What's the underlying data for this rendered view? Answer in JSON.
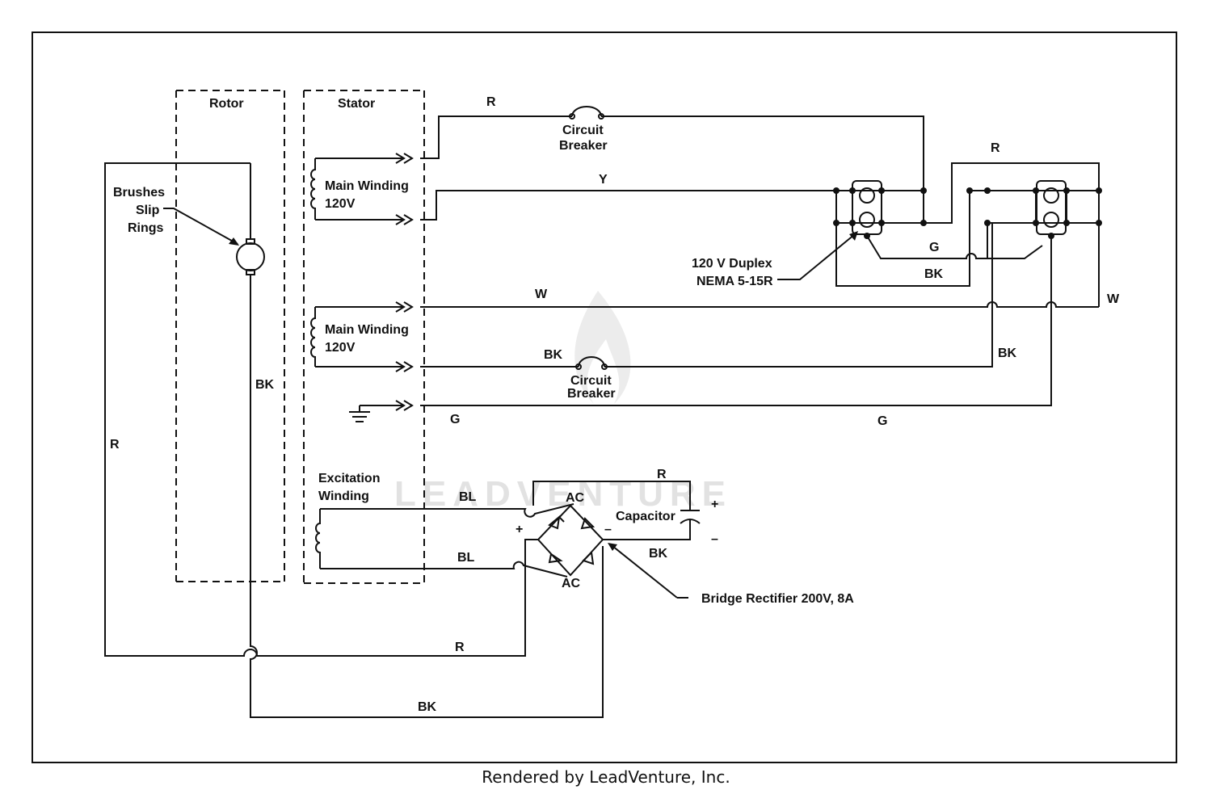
{
  "title": "",
  "watermark": "LEADVENTURE",
  "blocks": {
    "rotor": "Rotor",
    "stator": "Stator"
  },
  "components": {
    "brushes_line1": "Brushes",
    "brushes_line2": "Slip",
    "brushes_line3": "Rings",
    "main_winding_1_line1": "Main Winding",
    "main_winding_1_line2": "120V",
    "main_winding_2_line1": "Main Winding",
    "main_winding_2_line2": "120V",
    "excitation_line1": "Excitation",
    "excitation_line2": "Winding",
    "breaker_1_line1": "Circuit",
    "breaker_1_line2": "Breaker",
    "breaker_2_line1": "Circuit",
    "breaker_2_line2": "Breaker",
    "duplex_line1": "120 V Duplex",
    "duplex_line2": "NEMA 5-15R",
    "capacitor": "Capacitor",
    "rectifier": "Bridge Rectifier 200V, 8A",
    "ac_top": "AC",
    "ac_bottom": "AC",
    "plus": "+",
    "minus": "–",
    "cap_plus": "+",
    "cap_minus": "–"
  },
  "wire_labels": {
    "r_top": "R",
    "y": "Y",
    "r_right": "R",
    "g_receptacle": "G",
    "bk_receptacle": "BK",
    "w_right": "W",
    "w_mid": "W",
    "bk_breaker": "BK",
    "bk_right": "BK",
    "g_left": "G",
    "g_right": "G",
    "bk_rotor": "BK",
    "r_left": "R",
    "bl_top": "BL",
    "bl_bottom": "BL",
    "r_capacitor": "R",
    "bk_capacitor": "BK",
    "r_bottom": "R",
    "bk_bottom": "BK"
  },
  "footer": "Rendered by LeadVenture, Inc."
}
